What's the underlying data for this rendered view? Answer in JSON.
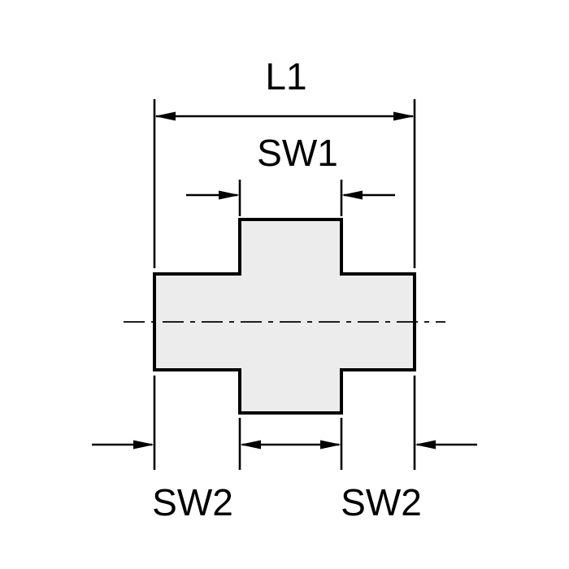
{
  "drawing": {
    "labels": {
      "l1": "L1",
      "sw1": "SW1",
      "sw2_left": "SW2",
      "sw2_right": "SW2"
    },
    "colors": {
      "background": "#ffffff",
      "line": "#000000",
      "part_fill": "#ececec"
    }
  }
}
